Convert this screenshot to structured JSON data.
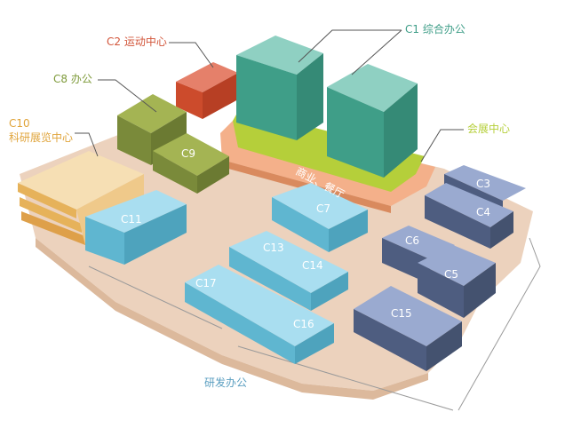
{
  "labels": {
    "c1": "C1 综合办公",
    "c2": "C2 运动中心",
    "c8": "C8 办公",
    "c10_line1": "C10",
    "c10_line2": "科研展览中心",
    "conference": "会展中心",
    "rnd": "研发办公",
    "commercial": "商业、餐厅"
  },
  "buildings": {
    "c3": "C3",
    "c4": "C4",
    "c5": "C5",
    "c6": "C6",
    "c7": "C7",
    "c9": "C9",
    "c11": "C11",
    "c13": "C13",
    "c14": "C14",
    "c15": "C15",
    "c16": "C16",
    "c17": "C17"
  },
  "colors": {
    "ground": "#ecd2bd",
    "teal": "#3f9e88",
    "teal_top": "#8fd0c2",
    "red": "#cc4b2c",
    "olive": "#7a8a3a",
    "olive_top": "#a4b453",
    "sand": "#e6b25a",
    "sand_top": "#f6dfb4",
    "sky": "#5fb6d0",
    "sky_top": "#a9def0",
    "navy": "#4e5d80",
    "navy_top": "#9aaad0",
    "lime": "#b5cf3a"
  }
}
